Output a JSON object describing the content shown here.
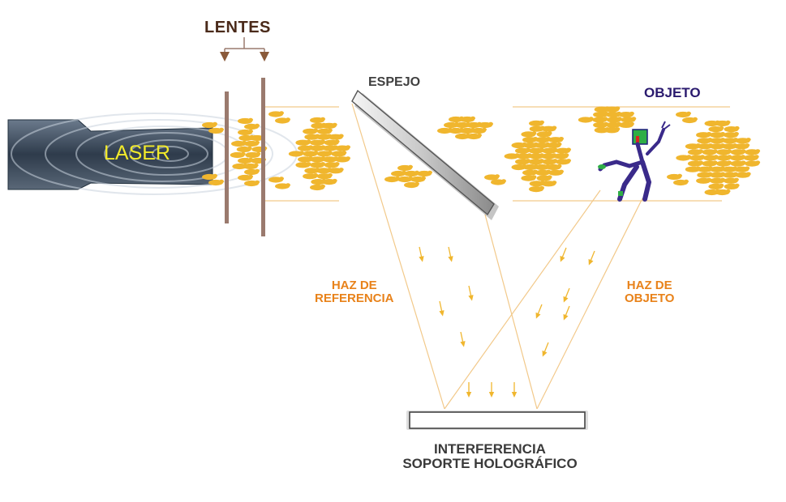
{
  "labels": {
    "lenses": "LENTES",
    "mirror": "ESPEJO",
    "object": "OBJETO",
    "laser": "LASER",
    "reference_beam_line1": "HAZ DE",
    "reference_beam_line2": "REFERENCIA",
    "object_beam_line1": "HAZ DE",
    "object_beam_line2": "OBJETO",
    "plate_line1": "INTERFERENCIA",
    "plate_line2": "SOPORTE HOLOGRÁFICO"
  },
  "colors": {
    "beam": "#f0b62e",
    "ray": "#f2c98a",
    "label_orange": "#e8821a",
    "object_label": "#2a1a6e",
    "laser_text": "#f2ea2a",
    "lens": "#9a7a6e",
    "laser_body": "#3b4a5c"
  },
  "icons": [
    "laser-emitter-icon",
    "lens-icon",
    "mirror-icon",
    "figure-object-icon",
    "arrow-down-icon",
    "holographic-plate-icon"
  ]
}
